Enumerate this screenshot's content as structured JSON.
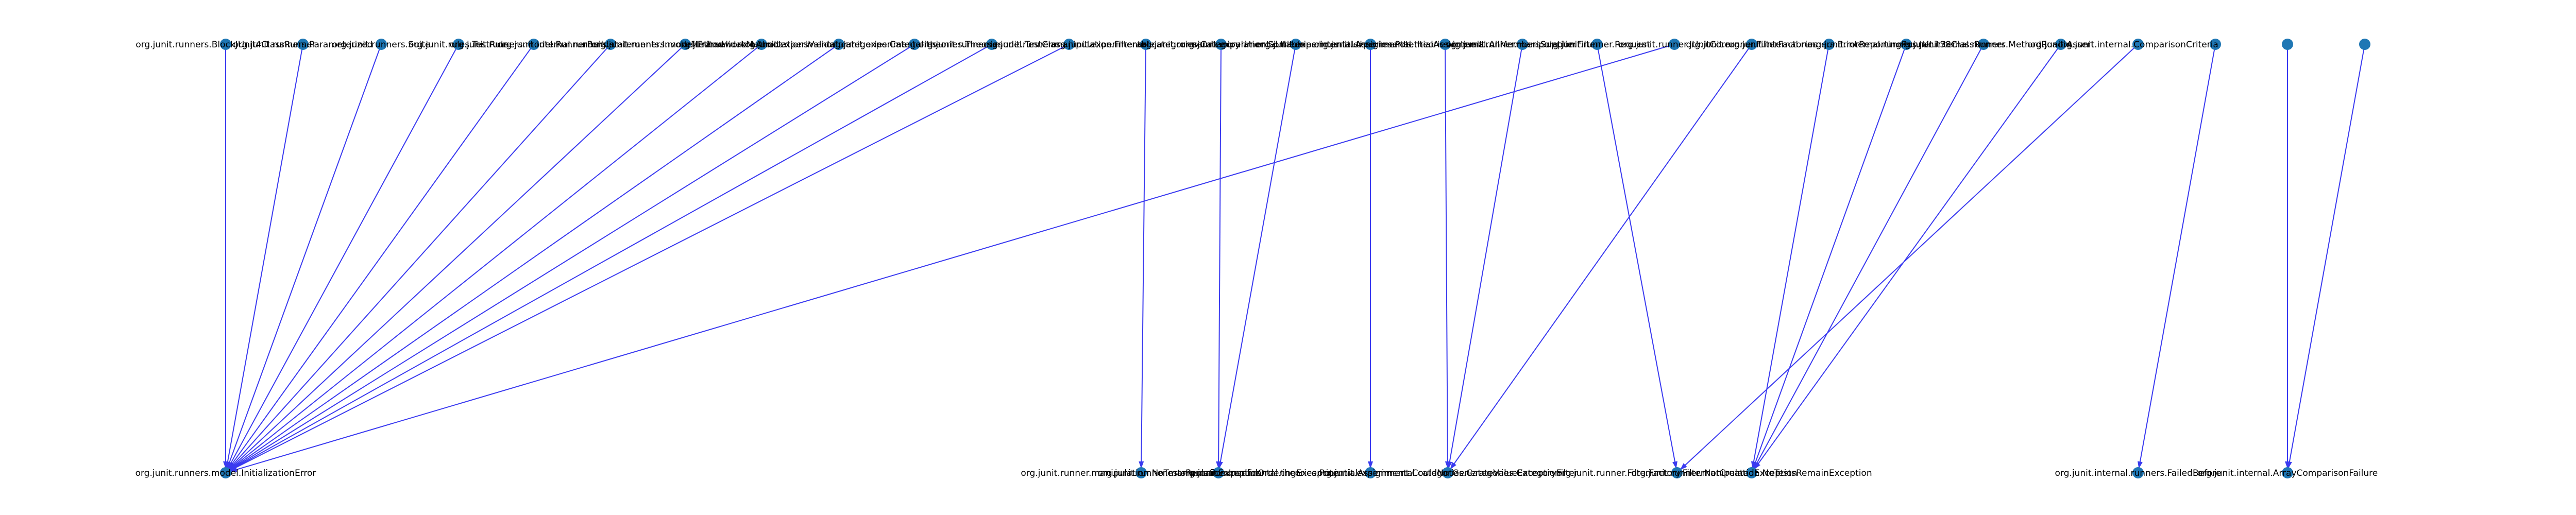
{
  "diagram": {
    "edge_color": "#3a3af0",
    "node_color": "#1f77b4",
    "top_nodes": [
      "org.junit.runners.BlockJUnit4ClassRunner",
      "org.junit.runners.Parameterized",
      "org.junit.runners.Suite",
      "org.junit.rules.TestRule",
      "org.junit.runners.model.RunnerBuilder",
      "org.junit.internal.runners.statements.InvokeMethod",
      "org.junit.runners.model.FrameworkMethod",
      "org.junit.validator.AnnotationsValidator",
      "org.junit.experimental.categories.Categories",
      "org.junit.experimental.theories.Theories",
      "org.junit.runners.model.TestClass",
      "org.junit.runner.manipulation.Filterable",
      "org.junit.experimental.categories.Category",
      "org.junit.runner.manipulation.Sortable",
      "org.junit.experimental.theories.internal.Assignments",
      "org.junit.experimental.theories.PotentialAssignment",
      "org.junit.experimental.theories.internal.AllMembersSupplier",
      "org.junit.runner.manipulation.Filter",
      "org.junit.runner.Request",
      "org.junit.runner.JUnitCore",
      "org.junit.runner.FilterFactories",
      "org.junit.internal.runners.ErrorReportingRunner",
      "org.junit.internal.runners.JUnit38ClassRunner",
      "org.junit.internal.runners.MethodRoadie",
      "org.junit.Assert",
      "org.junit.internal.ComparisonCriteria"
    ],
    "bottom_nodes": [
      "org.junit.runners.model.InitializationError",
      "org.junit.runner.manipulation.NoTestsRemainException",
      "org.junit.runner.manipulation.InvalidOrderingException",
      "org.junit.experimental.theories.PotentialAssignment.CouldNotGenerateValueException",
      "org.junit.experimental.categories.Categories.CategoryFilter",
      "org.junit.runner.FilterFactory.FilterNotCreatedException",
      "org.junit.runner.manipulation.NoTestsRemainException",
      "org.junit.internal.runners.FailedBefore",
      "org.junit.internal.ArrayComparisonFailure"
    ],
    "edges": [
      [
        0,
        0
      ],
      [
        1,
        0
      ],
      [
        2,
        0
      ],
      [
        3,
        0
      ],
      [
        4,
        0
      ],
      [
        5,
        0
      ],
      [
        6,
        0
      ],
      [
        7,
        0
      ],
      [
        8,
        0
      ],
      [
        9,
        0
      ],
      [
        10,
        0
      ],
      [
        11,
        0
      ],
      [
        19,
        0
      ],
      [
        12,
        1
      ],
      [
        13,
        2
      ],
      [
        14,
        2
      ],
      [
        15,
        3
      ],
      [
        16,
        4
      ],
      [
        17,
        4
      ],
      [
        20,
        4
      ],
      [
        18,
        5
      ],
      [
        21,
        6
      ],
      [
        22,
        6
      ],
      [
        23,
        6
      ],
      [
        24,
        6
      ],
      [
        25,
        5
      ],
      [
        26,
        7
      ],
      [
        27,
        8
      ],
      [
        28,
        8
      ]
    ]
  }
}
